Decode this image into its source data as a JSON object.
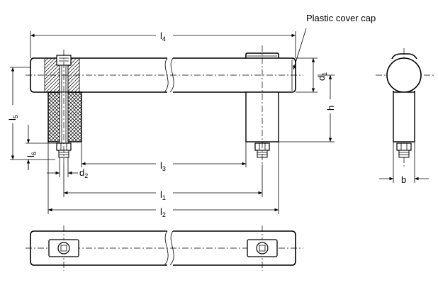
{
  "labels": {
    "plastic_cover_cap": "Plastic cover cap",
    "l4": {
      "main": "l",
      "sub": "4"
    },
    "l5": {
      "main": "l",
      "sub": "5"
    },
    "l6": {
      "main": "l",
      "sub": "6"
    },
    "l3": {
      "main": "l",
      "sub": "3"
    },
    "l1": {
      "main": "l",
      "sub": "1"
    },
    "l2": {
      "main": "l",
      "sub": "2"
    },
    "d1": {
      "main": "d",
      "sub": "1"
    },
    "d2": {
      "main": "d",
      "sub": "2"
    },
    "h": "h",
    "b": "b"
  },
  "colors": {
    "line": "#000000",
    "hatch": "#000000",
    "background": "#ffffff"
  }
}
